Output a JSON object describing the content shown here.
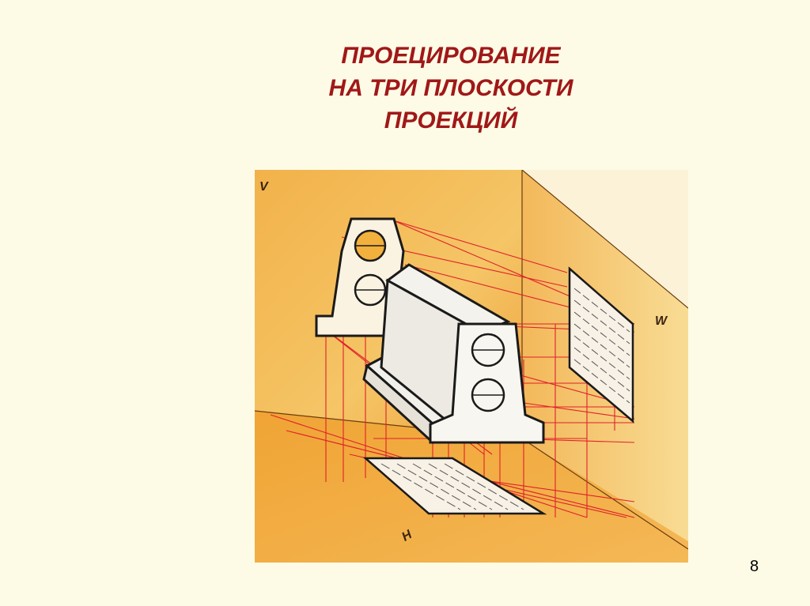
{
  "slide": {
    "title_lines": [
      "ПРОЕЦИРОВАНИЕ",
      "НА ТРИ ПЛОСКОСТИ",
      "ПРОЕКЦИЙ"
    ],
    "page_number": "8"
  },
  "figure": {
    "plane_labels": {
      "v": "V",
      "w": "W",
      "h": "H"
    },
    "colors": {
      "plane_orange": "#f0a83c",
      "plane_light": "#f8d98a",
      "projection_lines": "#e0202a",
      "outline": "#1a1a1a"
    }
  }
}
